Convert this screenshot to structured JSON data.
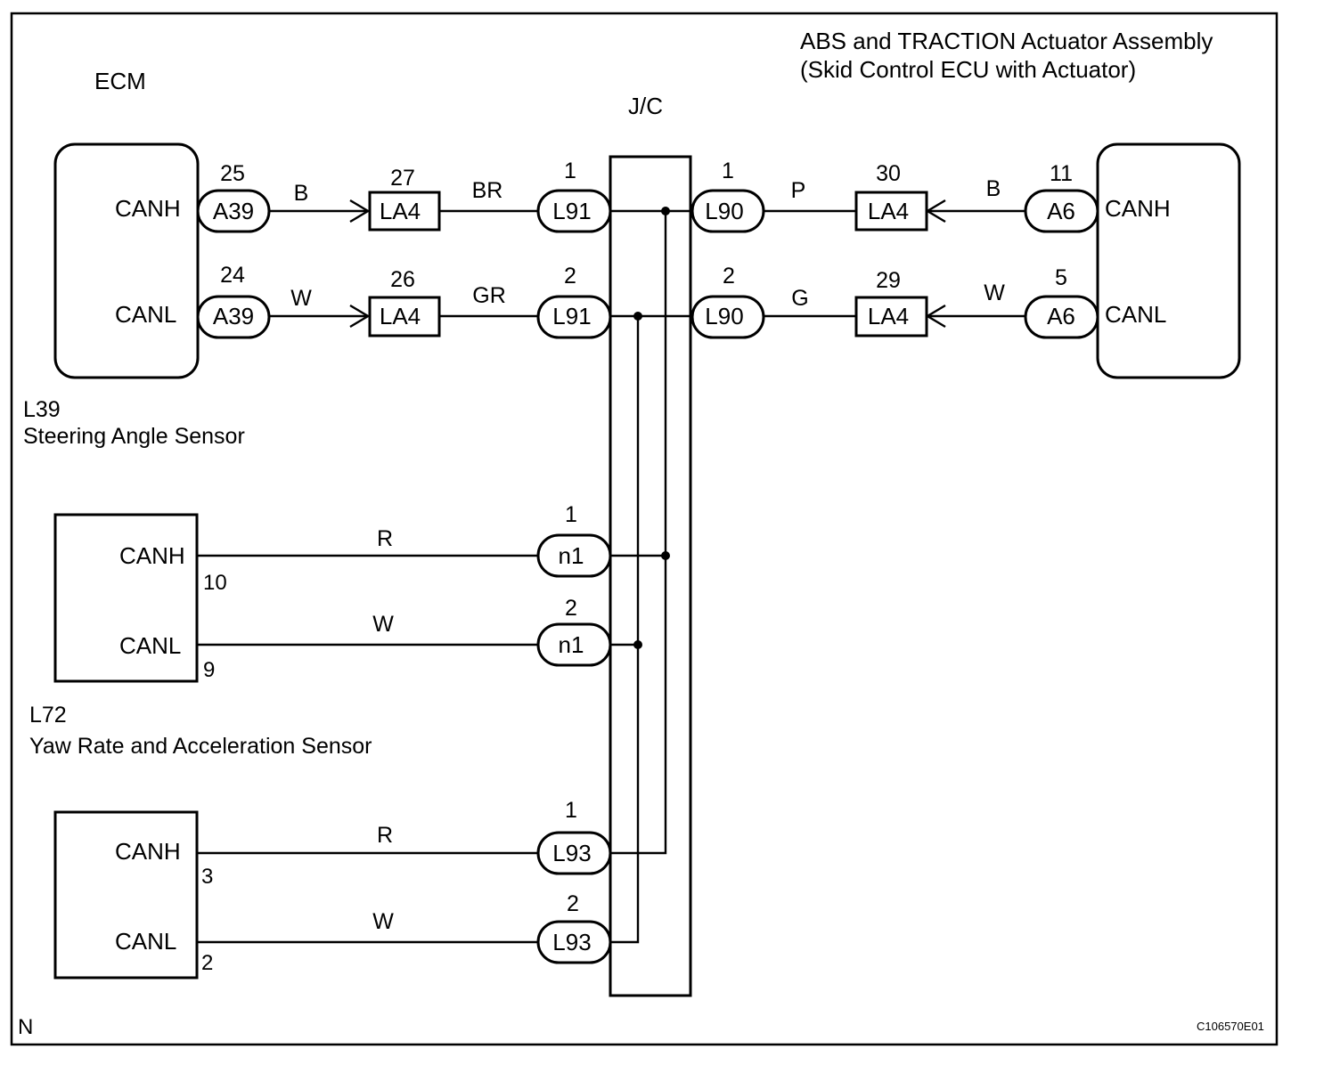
{
  "title": {
    "abs_line1": "ABS and TRACTION Actuator Assembly",
    "abs_line2": "(Skid Control ECU with Actuator)",
    "ecm": "ECM",
    "jc": "J/C",
    "steering_id": "L39",
    "steering_name": "Steering Angle Sensor",
    "yaw_id": "L72",
    "yaw_name": "Yaw Rate and Acceleration Sensor",
    "corner_mark": "N",
    "figure_code": "C106570E01"
  },
  "ecm": {
    "canh": "CANH",
    "canl": "CANL",
    "conn_h": "A39",
    "conn_l": "A39",
    "pin_h": "25",
    "pin_l": "24",
    "wire_h": "B",
    "wire_l": "W"
  },
  "ecm_la4": {
    "label_h": "LA4",
    "label_l": "LA4",
    "pin_h": "27",
    "pin_l": "26",
    "wire_h": "BR",
    "wire_l": "GR"
  },
  "jc_left": {
    "conn_h": "L91",
    "conn_l": "L91",
    "pin_h": "1",
    "pin_l": "2"
  },
  "jc_right": {
    "conn_h": "L90",
    "conn_l": "L90",
    "pin_h": "1",
    "pin_l": "2",
    "wire_h": "P",
    "wire_l": "G"
  },
  "abs_la4": {
    "label_h": "LA4",
    "label_l": "LA4",
    "pin_h": "30",
    "pin_l": "29",
    "wire_h": "B",
    "wire_l": "W"
  },
  "abs": {
    "conn_h": "A6",
    "conn_l": "A6",
    "pin_h": "11",
    "pin_l": "5",
    "canh": "CANH",
    "canl": "CANL"
  },
  "steering": {
    "canh": "CANH",
    "canl": "CANL",
    "pin_h": "10",
    "pin_l": "9",
    "wire_h": "R",
    "wire_l": "W",
    "conn_h": "n1",
    "conn_l": "n1",
    "conn_pin_h": "1",
    "conn_pin_l": "2"
  },
  "yaw": {
    "canh": "CANH",
    "canl": "CANL",
    "pin_h": "3",
    "pin_l": "2",
    "wire_h": "R",
    "wire_l": "W",
    "conn_h": "L93",
    "conn_l": "L93",
    "conn_pin_h": "1",
    "conn_pin_l": "2"
  }
}
